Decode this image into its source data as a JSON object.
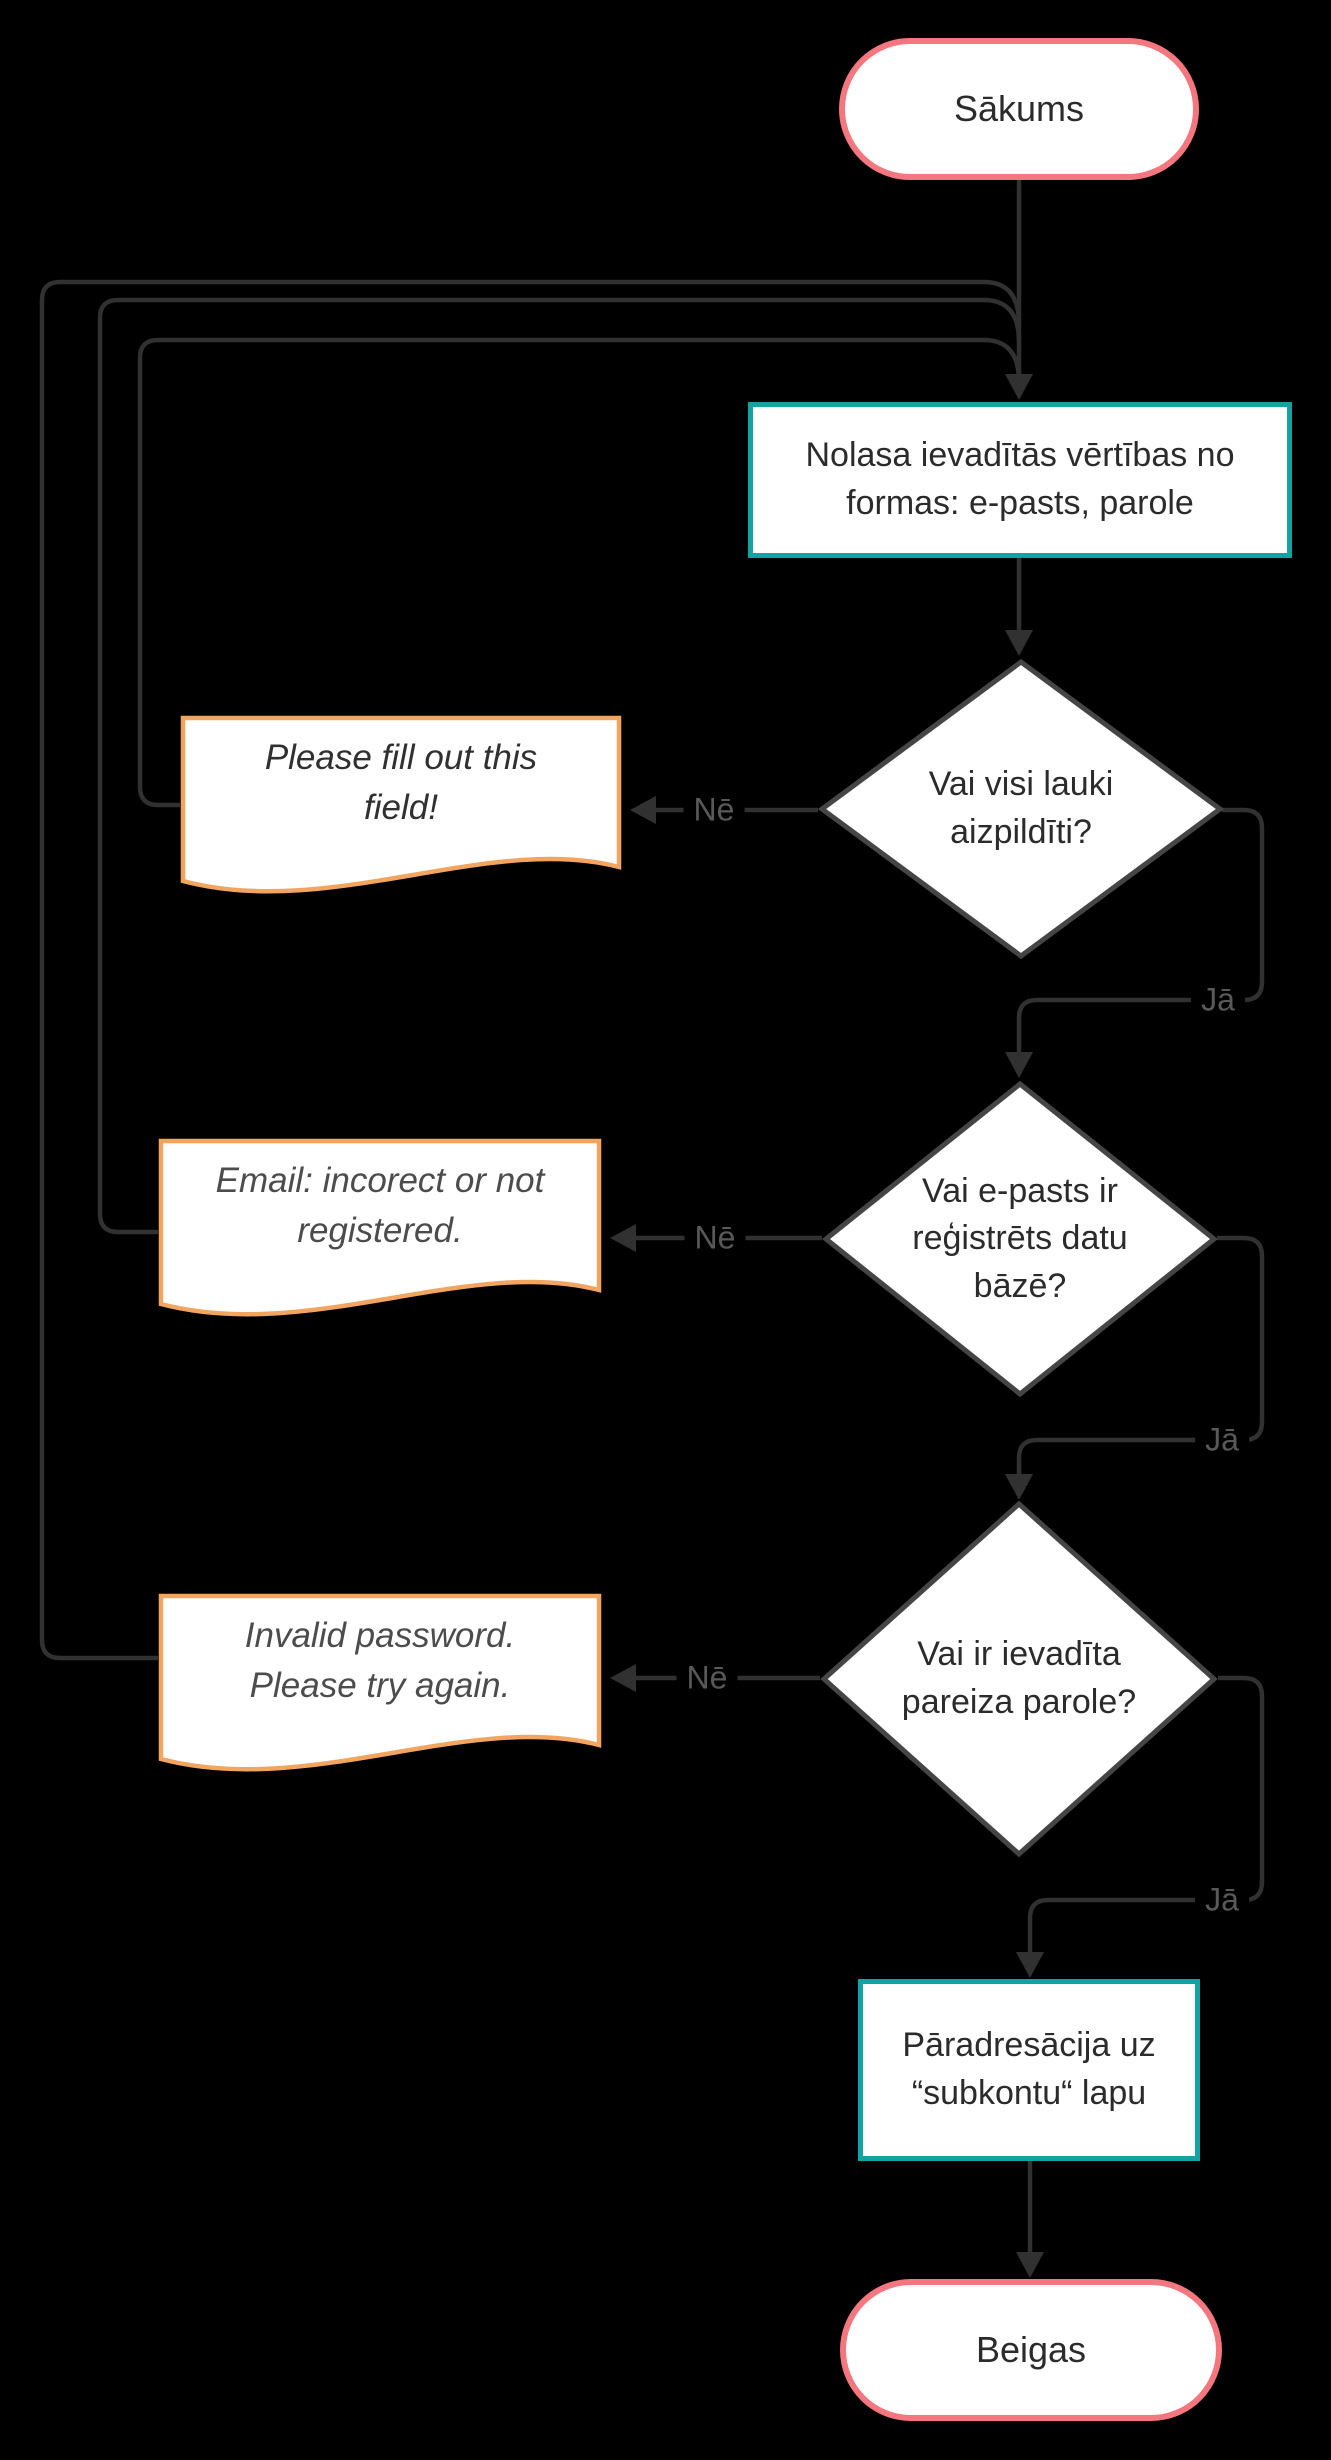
{
  "colors": {
    "bg": "#000000",
    "fill": "#ffffff",
    "connector": "#313131",
    "diamond_border": "#454545",
    "terminator_border": "#f4767e",
    "process_border": "#14a3a3",
    "document_border": "#f2a55f",
    "node_text": "#2b2b2b",
    "doc_text": "#4c4c4c",
    "label_text": "#595959"
  },
  "nodes": {
    "start": {
      "type": "terminator",
      "label": "Sākums"
    },
    "read_form": {
      "type": "process",
      "label": "Nolasa ievadītās vērtības no formas: e-pasts, parole"
    },
    "d1": {
      "type": "decision",
      "label": "Vai visi lauki aizpildīti?"
    },
    "doc_fill": {
      "type": "document",
      "label": "Please fill out this field!"
    },
    "d2": {
      "type": "decision",
      "label": "Vai e-pasts ir reģistrēts datu bāzē?"
    },
    "doc_email": {
      "type": "document",
      "label": "Email: incorect or not registered."
    },
    "d3": {
      "type": "decision",
      "label": "Vai ir ievadīta pareiza parole?"
    },
    "doc_pass": {
      "type": "document",
      "label": "Invalid password. Please try again."
    },
    "redirect": {
      "type": "process",
      "label": "Pāradresācija uz “subkontu“ lapu"
    },
    "end": {
      "type": "terminator",
      "label": "Beigas"
    }
  },
  "labels": {
    "no1": "Nē",
    "ja1": "Jā",
    "no2": "Nē",
    "ja2": "Jā",
    "no3": "Nē",
    "ja3": "Jā"
  }
}
